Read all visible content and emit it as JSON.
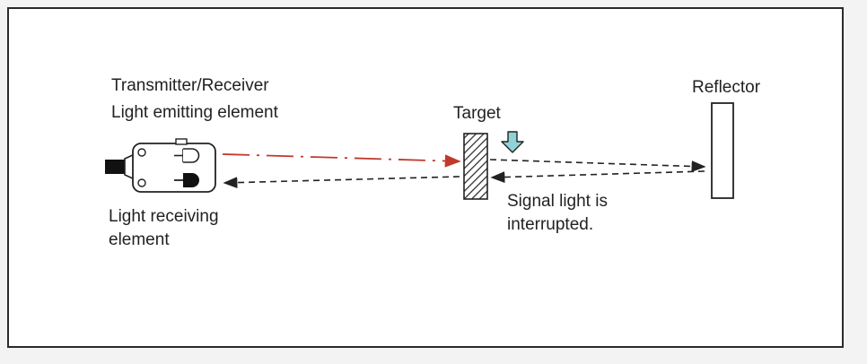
{
  "labels": {
    "transmitter_receiver": "Transmitter/Receiver",
    "light_emitting": "Light emitting element",
    "light_receiving_line1": "Light receiving",
    "light_receiving_line2": "element",
    "target": "Target",
    "reflector": "Reflector",
    "signal_line1": "Signal light is",
    "signal_line2": "interrupted."
  },
  "colors": {
    "emitted_beam": "#c0392b",
    "returned_beam": "#222222",
    "arrow_fill": "#8fd3d8"
  },
  "icons": [
    "sensor-icon",
    "target-hatched-icon",
    "reflector-icon",
    "down-arrow-icon"
  ]
}
